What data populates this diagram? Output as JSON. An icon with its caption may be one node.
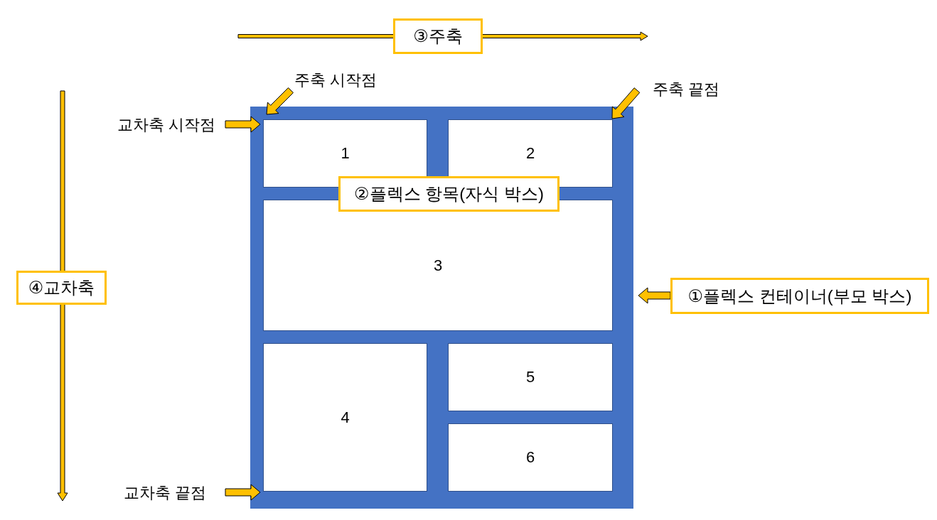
{
  "diagram": {
    "nodes": [
      {
        "text": [],
        "shape": "box"
      },
      {
        "text": [
          "1"
        ],
        "in": 0
      },
      {
        "text": [
          "2"
        ],
        "in": 0
      },
      {
        "text": [
          "3"
        ],
        "in": 0
      },
      {
        "text": [
          "4"
        ],
        "in": 0
      },
      {
        "text": [
          "5"
        ],
        "in": 0
      },
      {
        "text": [
          "6"
        ],
        "in": 0
      },
      {
        "text": [
          "③주축"
        ]
      },
      {
        "text": [
          "④교차축"
        ]
      },
      {
        "text": [
          "①플렉스 컨테이너(부모 박스)"
        ]
      },
      {
        "text": [
          "②플렉스 항목(자식 박스)"
        ],
        "in": 0
      },
      {
        "text": [
          "주축 시작점"
        ]
      },
      {
        "text": [
          "주축 끝점"
        ]
      },
      {
        "text": [
          "교차축 시작점"
        ]
      },
      {
        "text": [
          "교차축 끝점"
        ]
      }
    ],
    "edges": [
      {
        "from": 9,
        "to": 0,
        "arrow": "to"
      },
      {
        "from": 11,
        "to": 0,
        "arrow": "to"
      },
      {
        "from": 12,
        "to": 0,
        "arrow": "to"
      },
      {
        "from": 13,
        "to": 0,
        "arrow": "to"
      },
      {
        "from": 14,
        "to": 0,
        "arrow": "to"
      }
    ]
  }
}
